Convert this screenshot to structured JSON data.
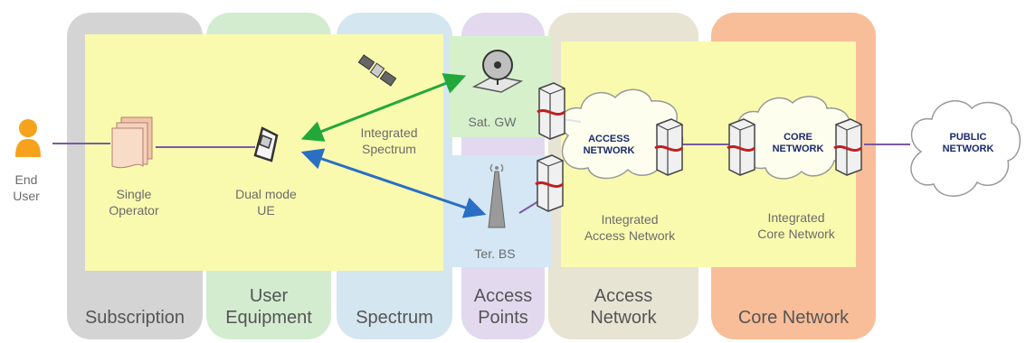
{
  "columns": [
    {
      "label": "Subscription",
      "color": "#d4d4d4"
    },
    {
      "label": "User\nEquipment",
      "color": "#d3ecd0"
    },
    {
      "label": "Spectrum",
      "color": "#d4e6f0"
    },
    {
      "label": "Access\nPoints",
      "color": "#e2d9ef"
    },
    {
      "label": "Access\nNetwork",
      "color": "#e7e4d4"
    },
    {
      "label": "Core Network",
      "color": "#f8bd99"
    }
  ],
  "end_user": {
    "label": "End\nUser"
  },
  "single_operator": {
    "label": "Single\nOperator"
  },
  "dual_mode_ue": {
    "label": "Dual mode\nUE"
  },
  "integrated_spectrum": {
    "label": "Integrated\nSpectrum"
  },
  "sat_gw": {
    "label": "Sat. GW"
  },
  "ter_bs": {
    "label": "Ter. BS"
  },
  "access_cloud": {
    "label": "ACCESS\nNETWORK"
  },
  "core_cloud": {
    "label": "CORE\nNETWORK"
  },
  "public_cloud": {
    "label": "PUBLIC\nNETWORK"
  },
  "integrated_access": {
    "label": "Integrated\nAccess Network"
  },
  "integrated_core": {
    "label": "Integrated\nCore Network"
  },
  "colors": {
    "yellow_panel": "#fafaaf",
    "sat_panel": "#d6f0cc",
    "ter_panel": "#d5e6f4",
    "green_arrow": "#22a83a",
    "blue_arrow": "#2a6fc4",
    "link_line": "#7a5aa0",
    "person": "#f6a21c"
  }
}
